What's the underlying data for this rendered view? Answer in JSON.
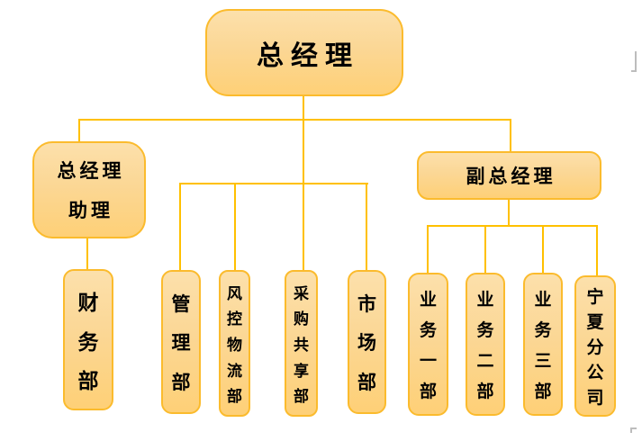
{
  "diagram": {
    "type": "org-chart",
    "root": {
      "label": "总经理"
    },
    "assistant": {
      "label": "总经理助理",
      "line1": "总经理",
      "line2": "助理"
    },
    "deputy": {
      "label": "副总经理"
    },
    "departments": [
      {
        "name": "finance",
        "label": "财务部",
        "parent": "总经理助理"
      },
      {
        "name": "management",
        "label": "管理部",
        "parent": "总经理"
      },
      {
        "name": "risk-logistics",
        "label": "风控物流部",
        "parent": "总经理"
      },
      {
        "name": "procurement-sharing",
        "label": "采购共享部",
        "parent": "总经理"
      },
      {
        "name": "marketing",
        "label": "市场部",
        "parent": "总经理"
      },
      {
        "name": "business-1",
        "label": "业务一部",
        "parent": "副总经理"
      },
      {
        "name": "business-2",
        "label": "业务二部",
        "parent": "副总经理"
      },
      {
        "name": "business-3",
        "label": "业务三部",
        "parent": "副总经理"
      },
      {
        "name": "ningxia-branch",
        "label": "宁夏分公司",
        "parent": "副总经理"
      }
    ],
    "colors": {
      "box_fill_top": "#FCE0AB",
      "box_fill_bottom": "#FED077",
      "box_border": "#FBBB2D",
      "connector": "#FFC000",
      "text": "#000000",
      "background": "#FFFFFF"
    }
  }
}
